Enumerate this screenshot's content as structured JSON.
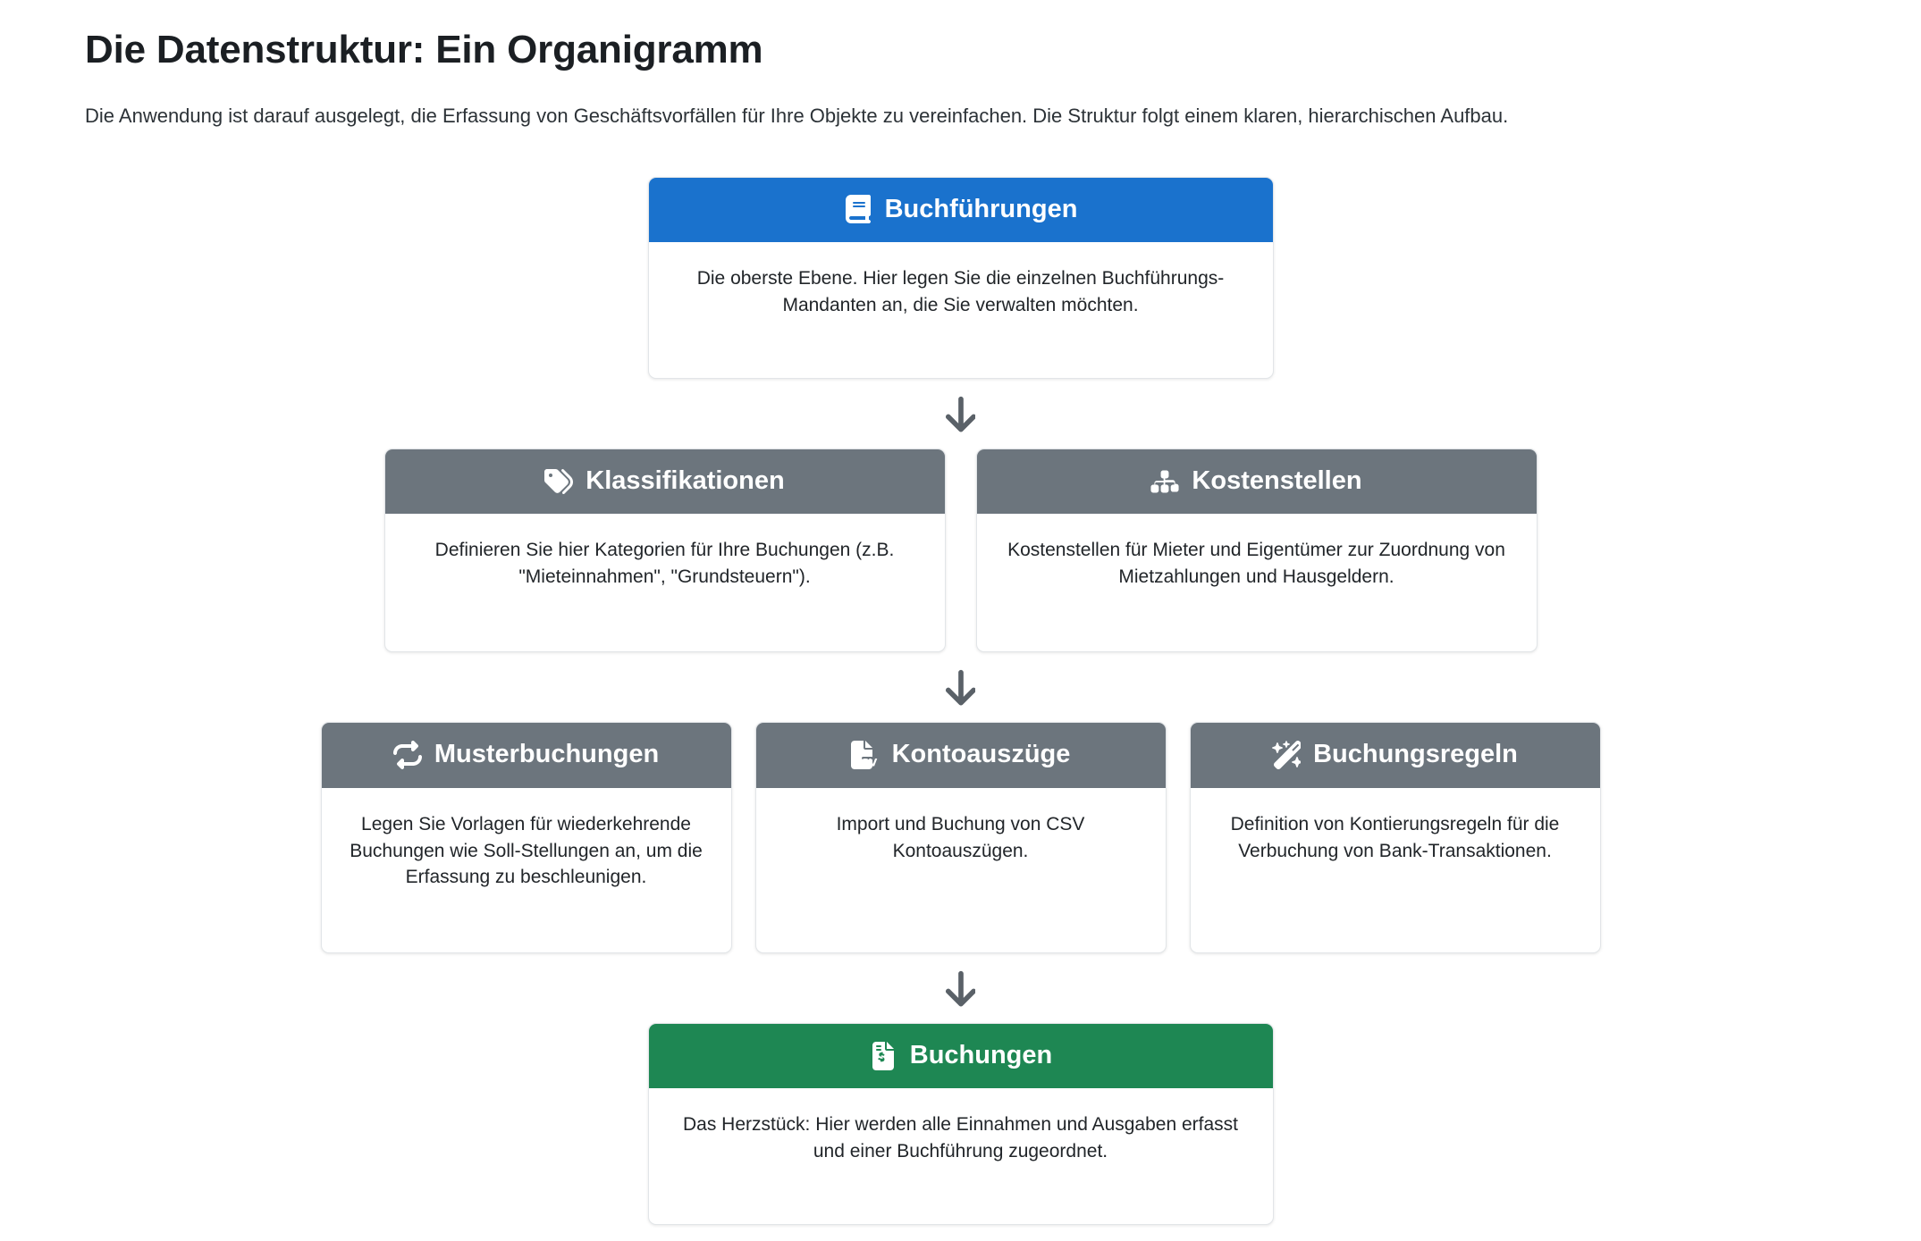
{
  "page": {
    "title": "Die Datenstruktur: Ein Organigramm",
    "subtitle": "Die Anwendung ist darauf ausgelegt, die Erfassung von Geschäftsvorfällen für Ihre Objekte zu vereinfachen. Die Struktur folgt einem klaren, hierarchischen Aufbau."
  },
  "colors": {
    "blue": "#1a72cd",
    "gray": "#6c757d",
    "green": "#1e8753",
    "arrow": "#5a6168",
    "card_border": "#e2e5e8",
    "text": "#212529"
  },
  "levels": [
    {
      "id": "level-1",
      "cards": [
        {
          "id": "buchfuehrungen",
          "icon": "book-icon",
          "header_color": "blue",
          "title": "Buchführungen",
          "body": "Die oberste Ebene. Hier legen Sie die einzelnen Buchführungs-Mandanten an, die Sie verwalten möchten."
        }
      ]
    },
    {
      "id": "level-2",
      "cards": [
        {
          "id": "klassifikationen",
          "icon": "tags-icon",
          "header_color": "gray",
          "title": "Klassifikationen",
          "body": "Definieren Sie hier Kategorien für Ihre Buchungen (z.B. \"Mieteinnahmen\", \"Grundsteuern\")."
        },
        {
          "id": "kostenstellen",
          "icon": "sitemap-icon",
          "header_color": "gray",
          "title": "Kostenstellen",
          "body": "Kostenstellen für Mieter und Eigentümer zur Zuordnung von Mietzahlungen und Hausgeldern."
        }
      ]
    },
    {
      "id": "level-3",
      "cards": [
        {
          "id": "musterbuchungen",
          "icon": "sync-icon",
          "header_color": "gray",
          "title": "Musterbuchungen",
          "body": "Legen Sie Vorlagen für wiederkehrende Buchungen wie Soll-Stellungen an, um die Erfassung zu beschleunigen."
        },
        {
          "id": "kontoauszuege",
          "icon": "file-csv-icon",
          "header_color": "gray",
          "title": "Kontoauszüge",
          "body": "Import und Buchung von CSV Kontoauszügen."
        },
        {
          "id": "buchungsregeln",
          "icon": "magic-wand-icon",
          "header_color": "gray",
          "title": "Buchungsregeln",
          "body": "Definition von Kontierungsregeln für die Verbuchung von Bank-Transaktionen."
        }
      ]
    },
    {
      "id": "level-4",
      "cards": [
        {
          "id": "buchungen",
          "icon": "file-invoice-dollar-icon",
          "header_color": "green",
          "title": "Buchungen",
          "body": "Das Herzstück: Hier werden alle Einnahmen und Ausgaben erfasst und einer Buchführung zugeordnet."
        }
      ]
    }
  ],
  "connectors": [
    {
      "id": "arrow-1-2",
      "icon": "arrow-down-icon"
    },
    {
      "id": "arrow-2-3",
      "icon": "arrow-down-icon"
    },
    {
      "id": "arrow-3-4",
      "icon": "arrow-down-icon"
    }
  ]
}
